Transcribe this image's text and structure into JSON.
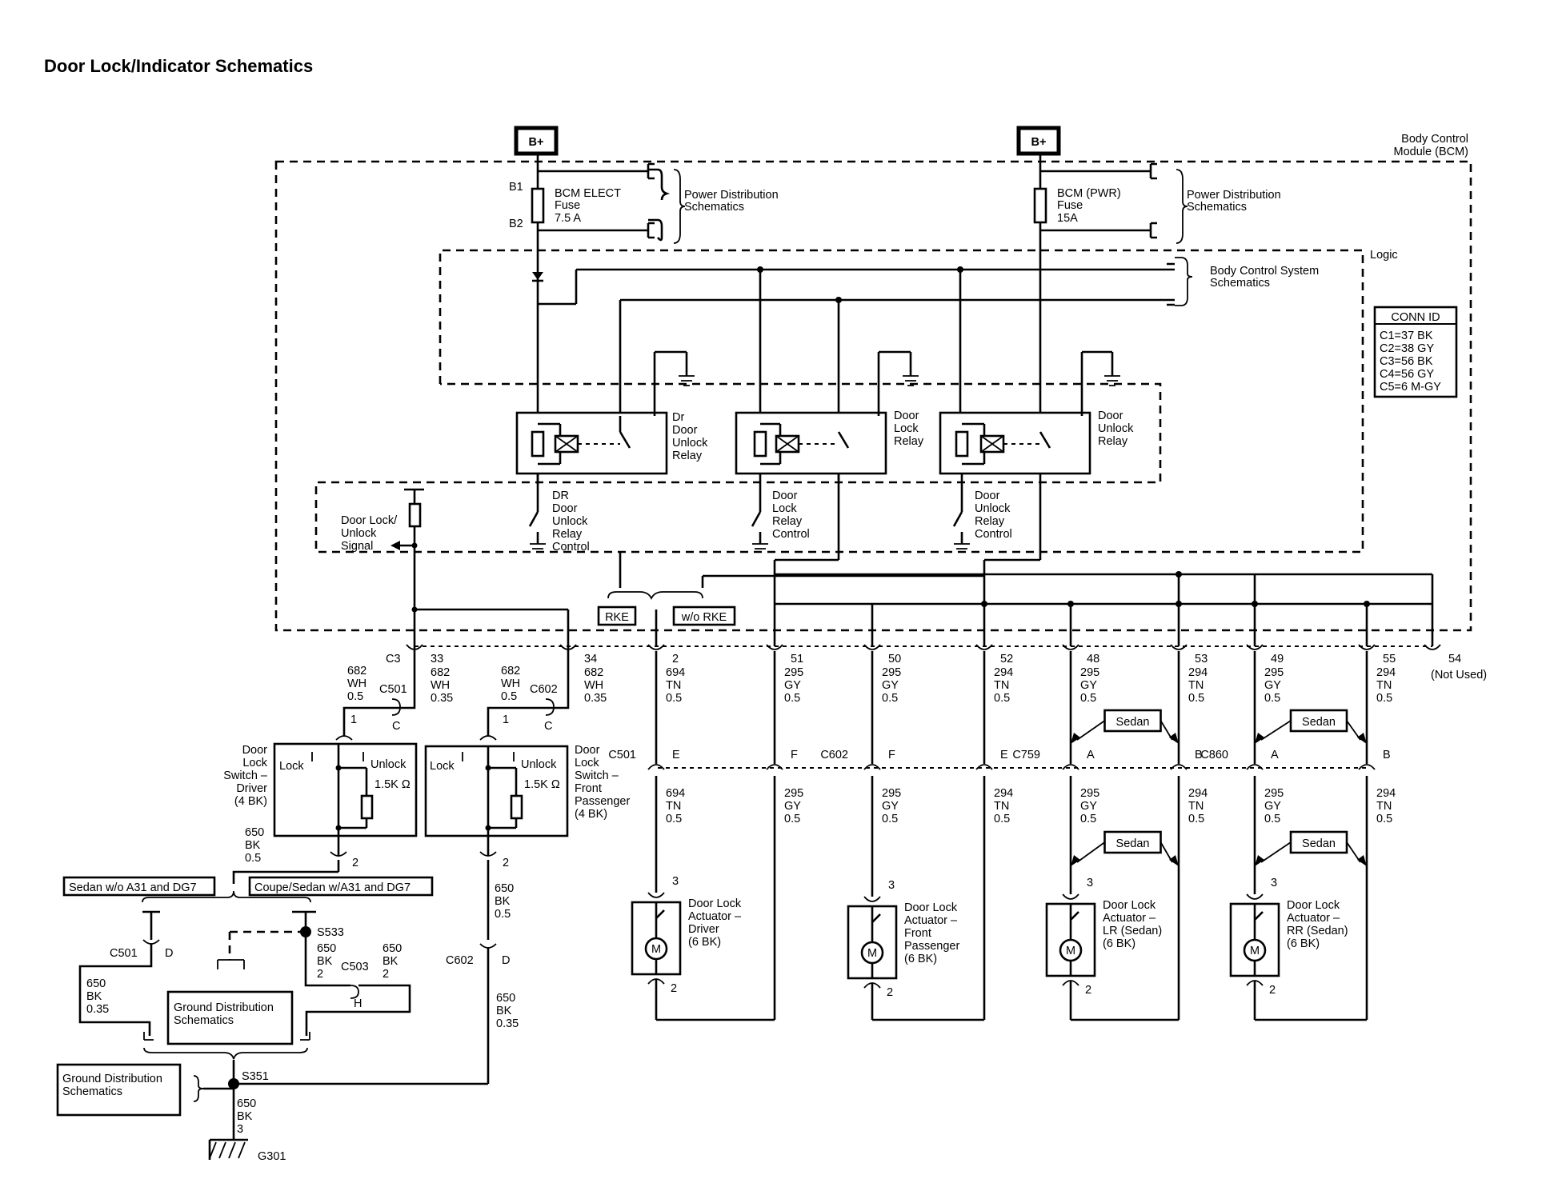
{
  "title": "Door Lock/Indicator Schematics",
  "bcm": {
    "line1": "Body Control",
    "line2": "Module (BCM)",
    "logic": "Logic"
  },
  "bplus": "B+",
  "fuse_left": {
    "b1": "B1",
    "b2": "B2",
    "name": "BCM ELECT",
    "type": "Fuse",
    "rating": "7.5 A"
  },
  "fuse_right": {
    "name": "BCM (PWR)",
    "type": "Fuse",
    "rating": "15A"
  },
  "power_dist": {
    "line1": "Power Distribution",
    "line2": "Schematics"
  },
  "body_control_sys": {
    "line1": "Body Control System",
    "line2": "Schematics"
  },
  "conn_id": {
    "title": "CONN ID",
    "rows": [
      "C1=37 BK",
      "C2=38 GY",
      "C3=56 BK",
      "C4=56 GY",
      "C5=6 M-GY"
    ]
  },
  "relays": [
    {
      "lines": [
        "Dr",
        "Door",
        "Unlock",
        "Relay"
      ]
    },
    {
      "lines": [
        "Door",
        "Lock",
        "Relay"
      ]
    },
    {
      "lines": [
        "Door",
        "Unlock",
        "Relay"
      ]
    }
  ],
  "relay_controls": [
    {
      "lines": [
        "DR",
        "Door",
        "Unlock",
        "Relay",
        "Control"
      ]
    },
    {
      "lines": [
        "Door",
        "Lock",
        "Relay",
        "Control"
      ]
    },
    {
      "lines": [
        "Door",
        "Unlock",
        "Relay",
        "Control"
      ]
    }
  ],
  "signal": {
    "lines": [
      "Door Lock/",
      "Unlock",
      "Signal"
    ]
  },
  "rke": "RKE",
  "wo_rke": "w/o RKE",
  "c3": "C3",
  "pins": [
    {
      "num": "33",
      "w1": "682",
      "w2": "WH",
      "w3": "0.35"
    },
    {
      "num": "34",
      "w1": "682",
      "w2": "WH",
      "w3": "0.35"
    },
    {
      "num": "2",
      "w1": "694",
      "w2": "TN",
      "w3": "0.5"
    },
    {
      "num": "51",
      "w1": "295",
      "w2": "GY",
      "w3": "0.5"
    },
    {
      "num": "50",
      "w1": "295",
      "w2": "GY",
      "w3": "0.5"
    },
    {
      "num": "52",
      "w1": "294",
      "w2": "TN",
      "w3": "0.5"
    },
    {
      "num": "48",
      "w1": "295",
      "w2": "GY",
      "w3": "0.5"
    },
    {
      "num": "53",
      "w1": "294",
      "w2": "TN",
      "w3": "0.5"
    },
    {
      "num": "49",
      "w1": "295",
      "w2": "GY",
      "w3": "0.5"
    },
    {
      "num": "55",
      "w1": "294",
      "w2": "TN",
      "w3": "0.5"
    },
    {
      "num": "54",
      "w1": "(Not Used)",
      "w2": "",
      "w3": ""
    }
  ],
  "sw_driver": {
    "wire": [
      "682",
      "WH",
      "0.5"
    ],
    "conn": "C501",
    "conn_pin": "C",
    "pin1": "1",
    "pin2": "2",
    "lock": "Lock",
    "unlock": "Unlock",
    "res": "1.5K Ω",
    "name": [
      "Door",
      "Lock",
      "Switch –",
      "Driver",
      "(4 BK)"
    ],
    "ground_wire": [
      "650",
      "BK",
      "0.5"
    ]
  },
  "sw_pass": {
    "wire": [
      "682",
      "WH",
      "0.5"
    ],
    "conn": "C602",
    "conn_pin": "C",
    "pin1": "1",
    "pin2": "2",
    "lock": "Lock",
    "unlock": "Unlock",
    "res": "1.5K Ω",
    "name": [
      "Door",
      "Lock",
      "Switch –",
      "Front",
      "Passenger",
      "(4 BK)"
    ],
    "ground_wire": [
      "650",
      "BK",
      "0.5"
    ]
  },
  "ground": {
    "sedan_wo": "Sedan w/o A31 and DG7",
    "coupe_sedan": "Coupe/Sedan w/A31 and DG7",
    "c501": "C501",
    "c501_pin": "D",
    "w650_035": [
      "650",
      "BK",
      "0.35"
    ],
    "s533": "S533",
    "s533_wire": [
      "650",
      "BK",
      "2"
    ],
    "c503": "C503",
    "c503_wire": [
      "650",
      "BK",
      "2"
    ],
    "c503_pin": "H",
    "gnd_dist": [
      "Ground Distribution",
      "Schematics"
    ],
    "c602": "C602",
    "c602_pin": "D",
    "w650_035b": [
      "650",
      "BK",
      "0.35"
    ],
    "s351": "S351",
    "s351_wire": [
      "650",
      "BK",
      "3"
    ],
    "g301": "G301"
  },
  "inline": [
    {
      "conn": "C501",
      "a": "E",
      "b": "F"
    },
    {
      "conn": "C602",
      "a": "F",
      "b": "E"
    },
    {
      "conn": "C759",
      "a": "A",
      "b": "B"
    },
    {
      "conn": "C860",
      "a": "A",
      "b": "B"
    }
  ],
  "lower_wires": [
    [
      "694",
      "TN",
      "0.5"
    ],
    [
      "295",
      "GY",
      "0.5"
    ],
    [
      "295",
      "GY",
      "0.5"
    ],
    [
      "294",
      "TN",
      "0.5"
    ],
    [
      "295",
      "GY",
      "0.5"
    ],
    [
      "294",
      "TN",
      "0.5"
    ],
    [
      "295",
      "GY",
      "0.5"
    ],
    [
      "294",
      "TN",
      "0.5"
    ]
  ],
  "sedan": "Sedan",
  "actuators": [
    {
      "lines": [
        "Door Lock",
        "Actuator –",
        "Driver",
        "(6 BK)"
      ],
      "p3": "3",
      "p2": "2"
    },
    {
      "lines": [
        "Door Lock",
        "Actuator –",
        "Front",
        "Passenger",
        "(6 BK)"
      ],
      "p3": "3",
      "p2": "2"
    },
    {
      "lines": [
        "Door Lock",
        "Actuator –",
        "LR (Sedan)",
        "(6 BK)"
      ],
      "p3": "3",
      "p2": "2"
    },
    {
      "lines": [
        "Door Lock",
        "Actuator –",
        "RR (Sedan)",
        "(6 BK)"
      ],
      "p3": "3",
      "p2": "2"
    }
  ],
  "motor": "M"
}
